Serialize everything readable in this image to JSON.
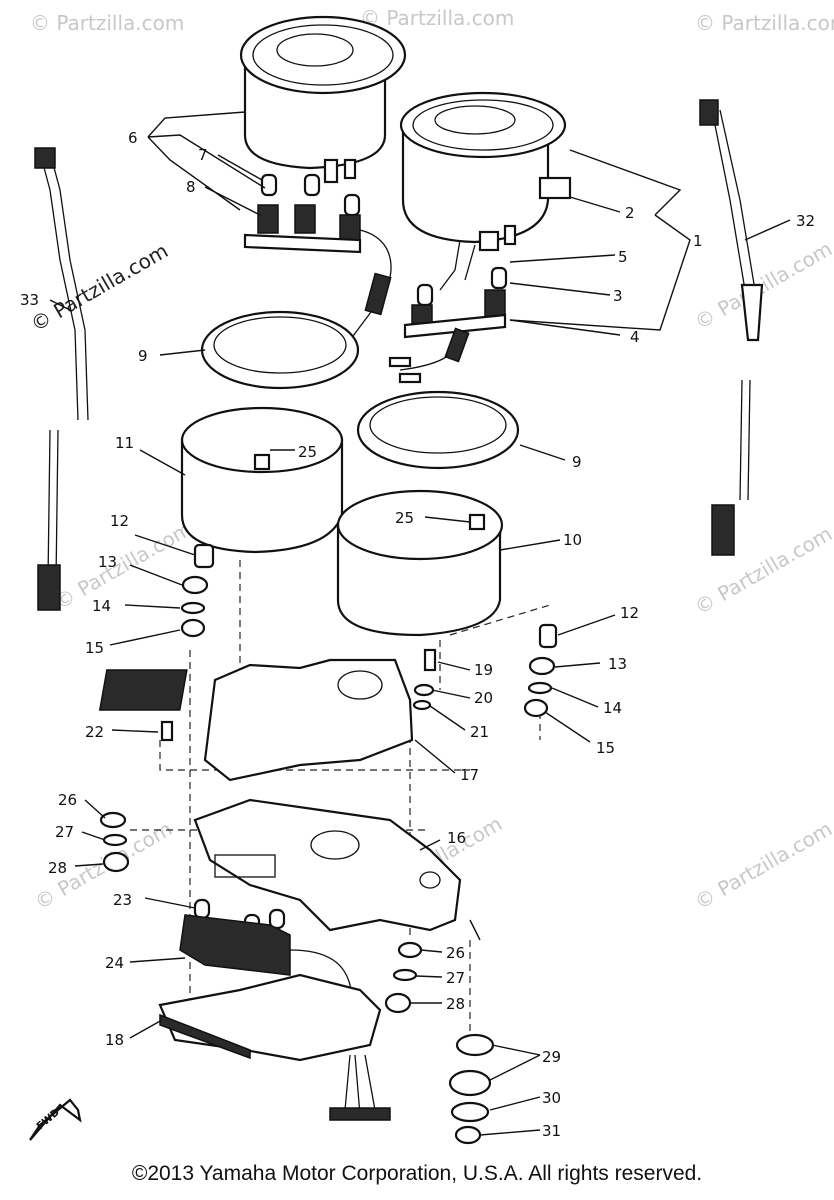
{
  "diagram": {
    "copyright": "©2013  Yamaha Motor Corporation, U.S.A. All rights reserved.",
    "watermark": "© Partzilla.com",
    "direction_label": "FWD",
    "callouts": {
      "c1": "1",
      "c2": "2",
      "c3": "3",
      "c4": "4",
      "c5": "5",
      "c6": "6",
      "c7": "7",
      "c8": "8",
      "c9a": "9",
      "c9b": "9",
      "c10": "10",
      "c11": "11",
      "c12a": "12",
      "c12b": "12",
      "c13a": "13",
      "c13b": "13",
      "c14a": "14",
      "c14b": "14",
      "c15a": "15",
      "c15b": "15",
      "c16": "16",
      "c17": "17",
      "c18": "18",
      "c19": "19",
      "c20": "20",
      "c21": "21",
      "c22": "22",
      "c23": "23",
      "c24": "24",
      "c25a": "25",
      "c25b": "25",
      "c26a": "26",
      "c26b": "26",
      "c27a": "27",
      "c27b": "27",
      "c28a": "28",
      "c28b": "28",
      "c29": "29",
      "c30": "30",
      "c31": "31",
      "c32": "32",
      "c33": "33"
    }
  }
}
